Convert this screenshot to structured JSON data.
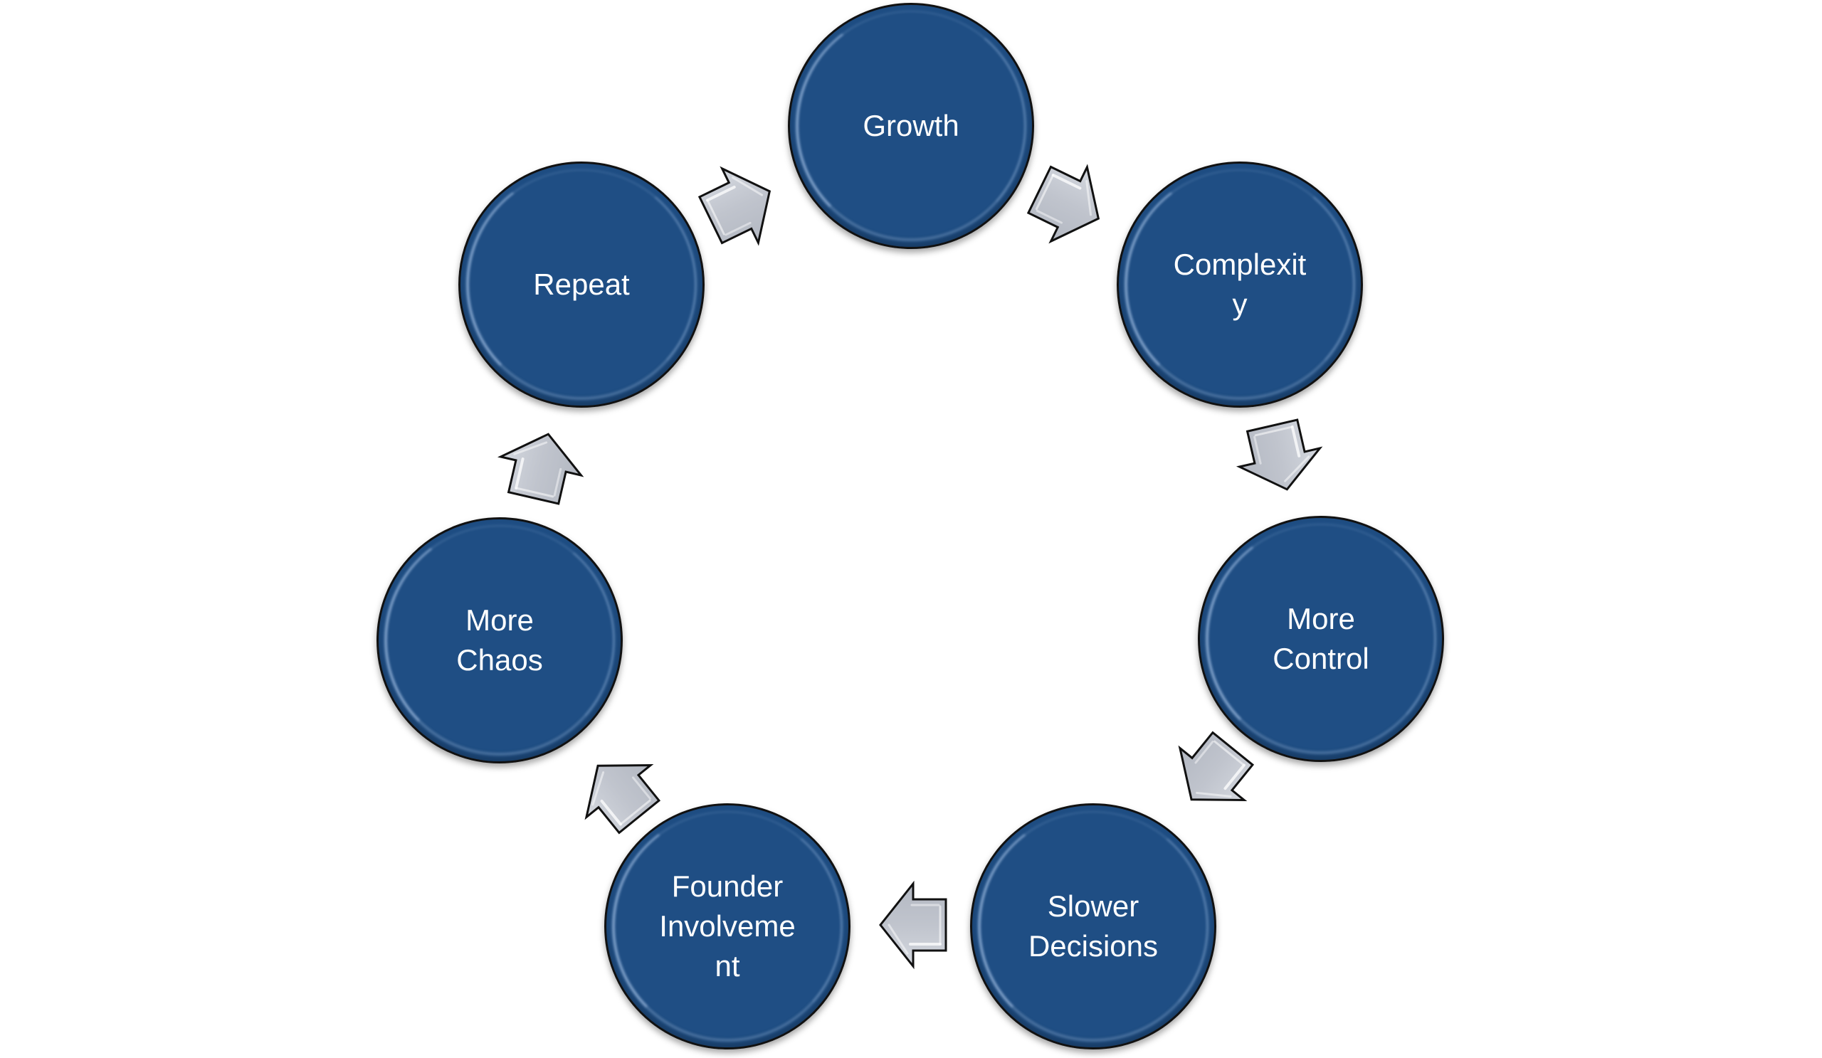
{
  "diagram": {
    "type": "cycle",
    "colors": {
      "node_fill": "#1f4e84",
      "node_text": "#ffffff",
      "node_border": "#111111",
      "arrow_fill": "#c3c7d0",
      "arrow_border": "#111111",
      "background": "#ffffff"
    },
    "nodes": [
      {
        "id": "growth",
        "label": "Growth"
      },
      {
        "id": "complexity",
        "label": "Complexit\ny"
      },
      {
        "id": "more-control",
        "label": "More\nControl"
      },
      {
        "id": "slower-decisions",
        "label": "Slower\nDecisions"
      },
      {
        "id": "founder-involvement",
        "label": "Founder\nInvolveme\nnt"
      },
      {
        "id": "more-chaos",
        "label": "More\nChaos"
      },
      {
        "id": "repeat",
        "label": "Repeat"
      }
    ],
    "connections": [
      {
        "from": "growth",
        "to": "complexity"
      },
      {
        "from": "complexity",
        "to": "more-control"
      },
      {
        "from": "more-control",
        "to": "slower-decisions"
      },
      {
        "from": "slower-decisions",
        "to": "founder-involvement"
      },
      {
        "from": "founder-involvement",
        "to": "more-chaos"
      },
      {
        "from": "more-chaos",
        "to": "repeat"
      },
      {
        "from": "repeat",
        "to": "growth"
      }
    ]
  }
}
